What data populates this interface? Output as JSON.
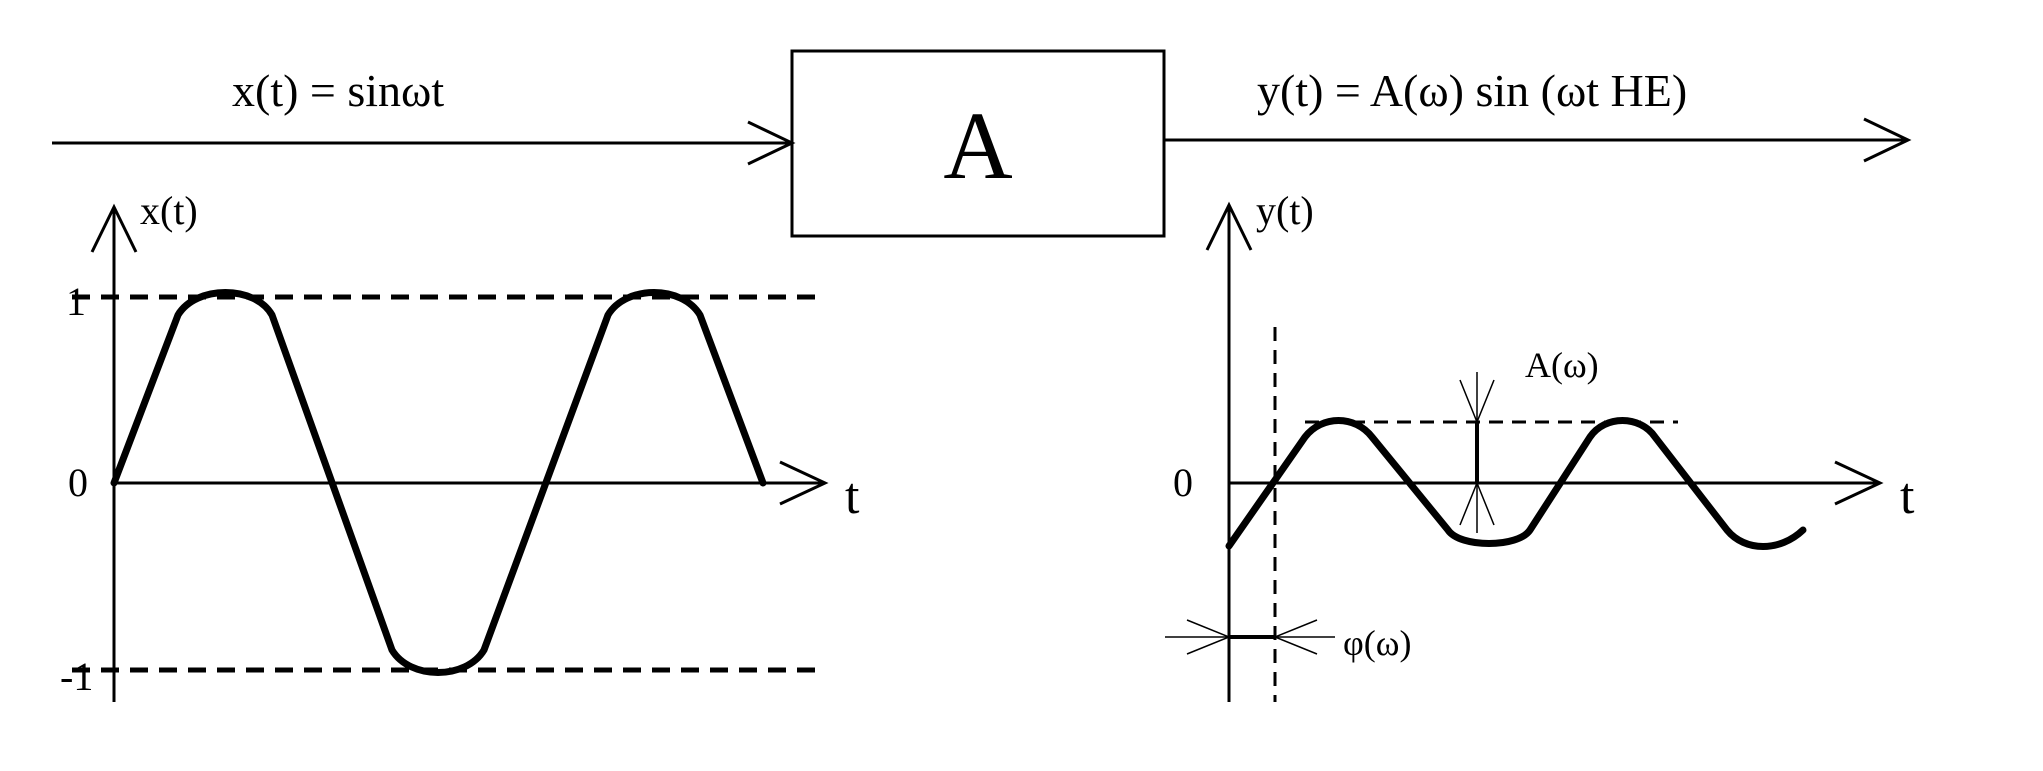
{
  "input_signal": {
    "label": "x(t) = sinωt"
  },
  "block": {
    "label": "A"
  },
  "output_signal": {
    "label": "y(t) = A(ω) sin (ωt HE)"
  },
  "input_plot": {
    "y_axis_label": "x(t)",
    "x_axis_label": "t",
    "tick_1": "1",
    "tick_0": "0",
    "tick_neg1": "-1"
  },
  "output_plot": {
    "y_axis_label": "y(t)",
    "x_axis_label": "t",
    "tick_0": "0",
    "amplitude_label": "A(ω)",
    "phase_label": "φ(ω)"
  },
  "colors": {
    "ink": "#000000",
    "background": "#ffffff"
  }
}
